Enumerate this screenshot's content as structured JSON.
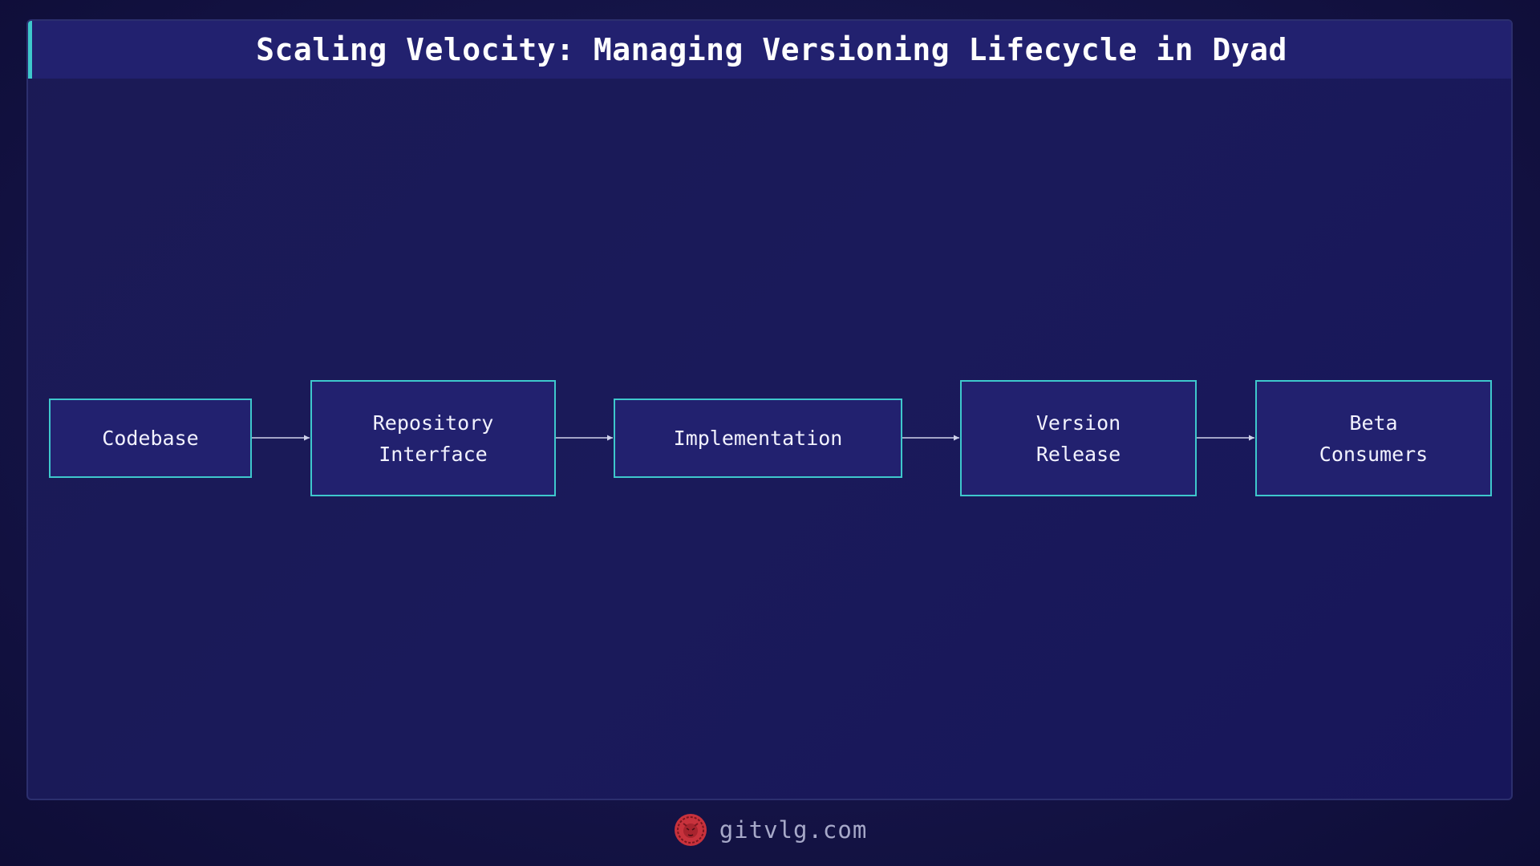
{
  "header": {
    "title": "Scaling Velocity: Managing Versioning Lifecycle in Dyad"
  },
  "diagram": {
    "nodes": [
      {
        "id": "codebase",
        "lines": [
          "Codebase"
        ]
      },
      {
        "id": "repository-interface",
        "lines": [
          "Repository",
          "Interface"
        ]
      },
      {
        "id": "implementation",
        "lines": [
          "Implementation"
        ]
      },
      {
        "id": "version-release",
        "lines": [
          "Version",
          "Release"
        ]
      },
      {
        "id": "beta-consumers",
        "lines": [
          "Beta",
          "Consumers"
        ]
      }
    ],
    "edges": [
      {
        "from": "codebase",
        "to": "repository-interface"
      },
      {
        "from": "repository-interface",
        "to": "implementation"
      },
      {
        "from": "implementation",
        "to": "version-release"
      },
      {
        "from": "version-release",
        "to": "beta-consumers"
      }
    ]
  },
  "footer": {
    "site": "gitvlg.com",
    "logo_icon": "lion-head-icon"
  },
  "colors": {
    "node_border": "#3ec8cc",
    "node_fill": "#22216f",
    "arrow": "#cfd2ea",
    "logo": "#c8323c"
  }
}
